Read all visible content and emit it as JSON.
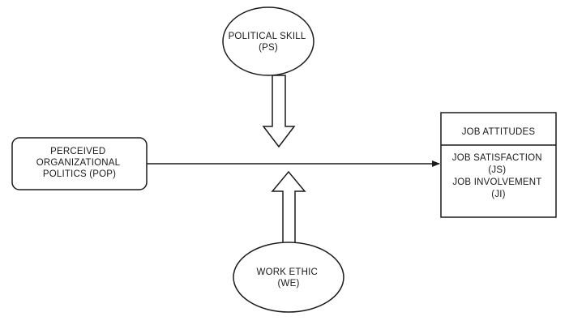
{
  "nodes": {
    "political_skill": {
      "lines": [
        "POLITICAL SKILL",
        "(PS)"
      ]
    },
    "pop": {
      "lines": [
        "PERCEIVED",
        "ORGANIZATIONAL",
        "POLITICS (POP)"
      ]
    },
    "work_ethic": {
      "lines": [
        "WORK ETHIC",
        "(WE)"
      ]
    },
    "job_attitudes": {
      "header": "JOB ATTITUDES",
      "items": [
        "JOB SATISFACTION",
        "(JS)",
        "JOB INVOLVEMENT",
        "(JI)"
      ]
    }
  },
  "colors": {
    "stroke": "#1a1a1a",
    "background": "#ffffff"
  }
}
